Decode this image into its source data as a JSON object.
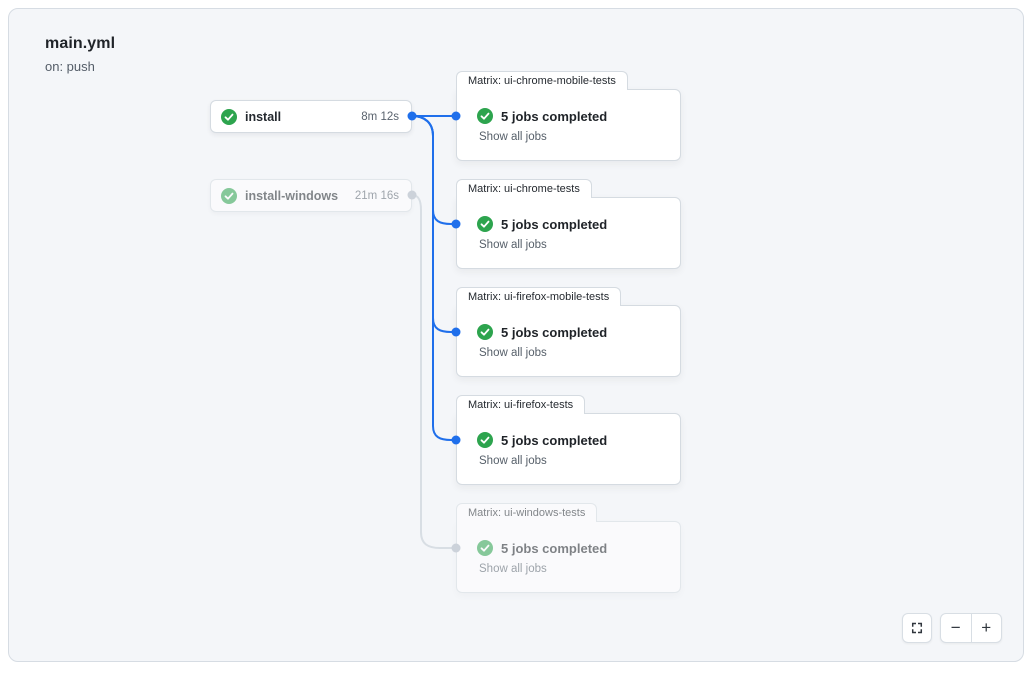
{
  "header": {
    "title": "main.yml",
    "trigger": "on: push"
  },
  "colors": {
    "accent_blue": "#1f6feb",
    "success_green": "#2da44e",
    "edge_gray": "#d8dee4",
    "canvas_bg": "#f4f6f9"
  },
  "jobs": [
    {
      "name": "install",
      "duration": "8m 12s",
      "status": "success"
    },
    {
      "name": "install-windows",
      "duration": "21m 16s",
      "status": "success",
      "faded": true
    }
  ],
  "matrices": [
    {
      "label": "Matrix: ui-chrome-mobile-tests",
      "summary": "5 jobs completed",
      "link": "Show all jobs",
      "status": "success"
    },
    {
      "label": "Matrix: ui-chrome-tests",
      "summary": "5 jobs completed",
      "link": "Show all jobs",
      "status": "success"
    },
    {
      "label": "Matrix: ui-firefox-mobile-tests",
      "summary": "5 jobs completed",
      "link": "Show all jobs",
      "status": "success"
    },
    {
      "label": "Matrix: ui-firefox-tests",
      "summary": "5 jobs completed",
      "link": "Show all jobs",
      "status": "success"
    },
    {
      "label": "Matrix: ui-windows-tests",
      "summary": "5 jobs completed",
      "link": "Show all jobs",
      "status": "success",
      "faded": true
    }
  ],
  "controls": {
    "zoom_out": "−",
    "zoom_in": "+"
  }
}
